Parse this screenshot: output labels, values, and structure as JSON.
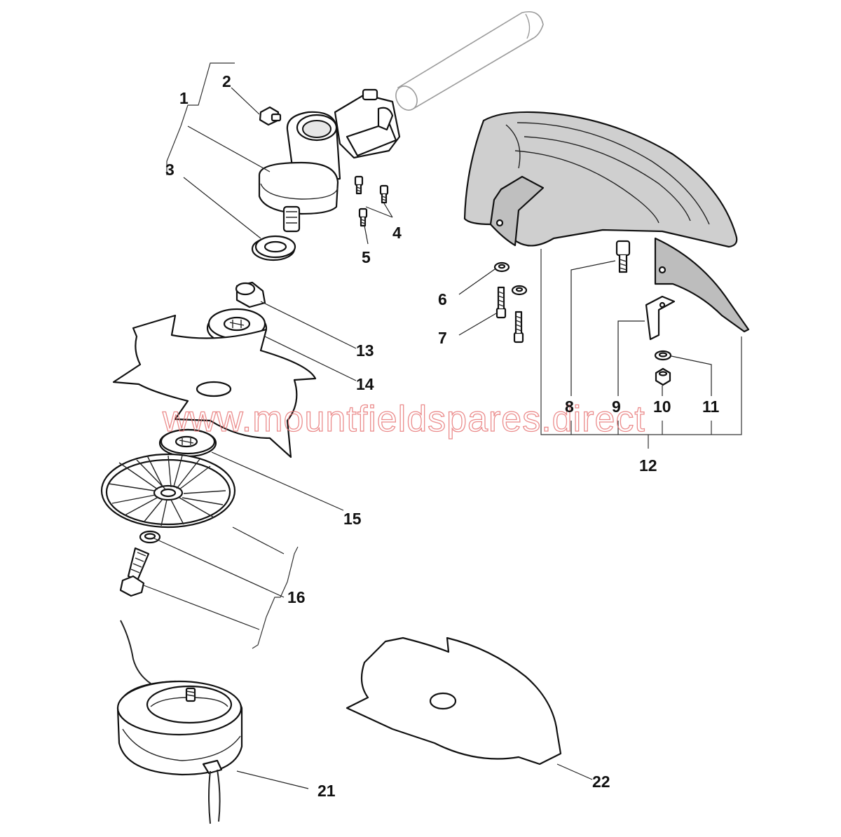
{
  "watermark": "www.mountfieldspares.direct",
  "accent_colors": {
    "guard_fill": "#cfcfcf",
    "watermark": "#e87878",
    "line": "#111111"
  },
  "callouts": {
    "c1": "1",
    "c2": "2",
    "c3": "3",
    "c4": "4",
    "c5": "5",
    "c6": "6",
    "c7": "7",
    "c8": "8",
    "c9": "9",
    "c10": "10",
    "c11": "11",
    "c12": "12",
    "c13": "13",
    "c14": "14",
    "c15": "15",
    "c16": "16",
    "c21": "21",
    "c22": "22"
  }
}
